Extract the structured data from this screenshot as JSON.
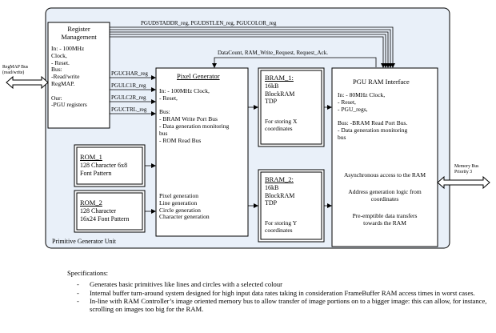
{
  "diagram": {
    "outer_label": "Primitive Generator Unit",
    "register_mgmt": {
      "title": "Register\nManagement",
      "details": "In:  - 100MHz\nClock,\n        - Reset.\nBus:\n-Read/write\nRegMAP.\n\nOur:\n-PGU registers"
    },
    "pixel_gen": {
      "title": "Pixel Generator",
      "details": "In:  - 100MHz Clock,\n        - Reset,\n\nBus:\n- BRAM Write Port Bus\n- Data generation monitoring\nbus\n- ROM Read Bus",
      "functions": "Pixel generation\nLine generation\nCircle generation\nCharacter generation"
    },
    "bram1": {
      "title": "BRAM_1:",
      "details": "16kB\nBlockRAM\nTDP",
      "note": "For storing X\ncoordinates"
    },
    "bram2": {
      "title": "BRAM_2:",
      "details": "16kB\nBlockRAM\nTDP",
      "note": "For storing Y\ncoordinates"
    },
    "pgu_ram": {
      "title": "PGU RAM Interface",
      "details": "In: - 80MHz Clock,\n      - Reset,\n      - PGU_regs,\n\nBus: -BRAM Read Port Bus.\n        - Data generation monitoring\nbus",
      "features": [
        "Asynchronous access to the RAM",
        "Address generation logic from\ncoordinates",
        "Pre-emptible data transfers\ntowards the RAM"
      ]
    },
    "rom1": {
      "title": "ROM_1",
      "details": "128 Character 6x8\nFont Pattern"
    },
    "rom2": {
      "title": "ROM_2",
      "details": "128 Character\n16x24 Font Pattern"
    },
    "signals": {
      "top_bus": "PGUDSTADDR_reg, PGUDSTLEN_reg, PGUCOLOR_reg",
      "feedback": "DataCount,  RAM_Write_Request,  Request_Ack.",
      "regmap": "RegMAP Bus\n(read/write)",
      "memory": "Memory Bus\nPriority 3",
      "reg_lines": [
        "PGUCHAR_reg",
        "PGULC1R_reg",
        "PGULC2R_reg",
        "PGUCTRL_reg"
      ]
    }
  },
  "specifications": {
    "heading": "Specifications:",
    "items": [
      "Generates basic primitives like lines and circles with a selected colour",
      "Internal buffer turn-around system designed for high input data rates taking in consideration FrameBuffer RAM access times in worst cases.",
      "In-line with RAM Controller’s image oriented memory bus to allow transfer of image portions on to a bigger image: this can allow, for instance, scrolling on images too big for the RAM."
    ]
  }
}
